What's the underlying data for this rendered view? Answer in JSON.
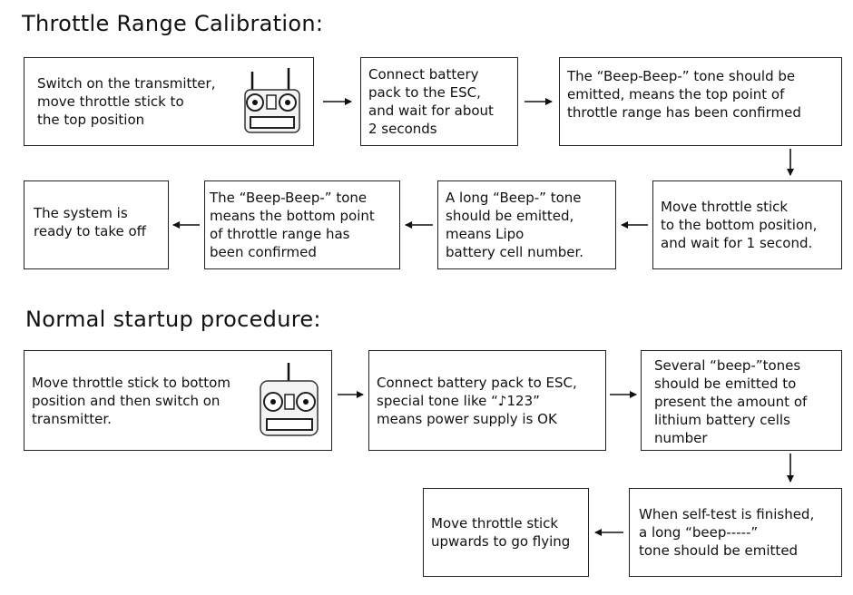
{
  "sections": [
    {
      "title": "Throttle Range Calibration:",
      "steps": [
        "Switch on the transmitter,\nmove throttle stick to\nthe top position",
        "Connect battery\npack to the ESC,\nand wait for about\n2 seconds",
        "The “Beep-Beep-” tone should be\nemitted, means the top point of\nthrottle range has been confirmed",
        "Move throttle stick\nto the bottom position,\nand wait for 1 second.",
        "A long “Beep-” tone\nshould be emitted,\nmeans Lipo\nbattery cell number.",
        "The “Beep-Beep-” tone\nmeans the bottom point\nof throttle range has\nbeen confirmed",
        "The system is\nready to take off"
      ]
    },
    {
      "title": "Normal startup procedure:",
      "steps": [
        "Move throttle stick to bottom\nposition and then switch on\ntransmitter.",
        "Connect battery pack to ESC,\nspecial tone like “♪123”\nmeans power supply is OK",
        "Several “beep-”tones\nshould be emitted to\npresent the amount of\nlithium battery cells\nnumber",
        "When self-test is finished,\na long “beep-----”\ntone should be emitted",
        "Move throttle stick\nupwards to go flying"
      ]
    }
  ],
  "icons": [
    "transmitter-stick-up-icon",
    "transmitter-stick-down-icon"
  ]
}
